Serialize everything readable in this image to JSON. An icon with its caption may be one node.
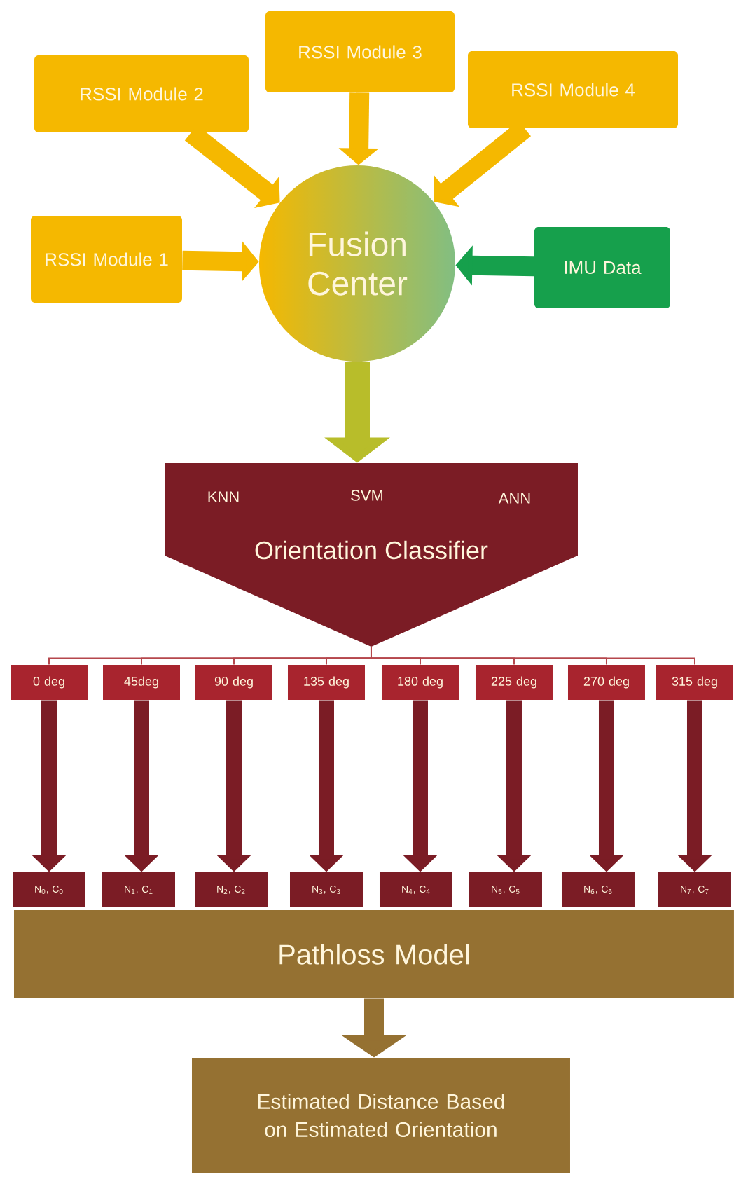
{
  "diagram": {
    "nodes": [
      {
        "text": [
          "RSSI Module 2"
        ]
      },
      {
        "text": [
          "RSSI Module 3"
        ]
      },
      {
        "text": [
          "RSSI Module 4"
        ]
      },
      {
        "text": [
          "RSSI Module 1"
        ]
      },
      {
        "text": [
          "Fusion Center"
        ]
      },
      {
        "text": [
          "IMU Data"
        ]
      },
      {
        "text": [
          "KNN",
          "SVM",
          "ANN",
          "Orientation Classifier"
        ]
      },
      {
        "text": [
          "0 deg"
        ]
      },
      {
        "text": [
          "45deg"
        ]
      },
      {
        "text": [
          "90 deg"
        ]
      },
      {
        "text": [
          "135 deg"
        ]
      },
      {
        "text": [
          "180 deg"
        ]
      },
      {
        "text": [
          "225 deg"
        ]
      },
      {
        "text": [
          "270 deg"
        ]
      },
      {
        "text": [
          "315 deg"
        ]
      },
      {
        "text": [
          "N$_{0}$, C$_{0}$"
        ]
      },
      {
        "text": [
          "N$_{1}$, C$_{1}$"
        ]
      },
      {
        "text": [
          "N$_{2}$, C$_{2}$"
        ]
      },
      {
        "text": [
          "N$_{3}$, C$_{3}$"
        ]
      },
      {
        "text": [
          "N$_{4}$, C$_{4}$"
        ]
      },
      {
        "text": [
          "N$_{5}$, C$_{5}$"
        ]
      },
      {
        "text": [
          "N$_{6}$, C$_{6}$"
        ]
      },
      {
        "text": [
          "N$_{7}$, C$_{7}$"
        ]
      },
      {
        "text": [
          "Pathloss Model"
        ]
      },
      {
        "text": [
          "Estimated Distance Based on Estimated Orientation"
        ]
      }
    ],
    "edges": [
      {
        "from": 0,
        "to": 4,
        "arrow": "to",
        "color": "#f5b800"
      },
      {
        "from": 1,
        "to": 4,
        "arrow": "to",
        "color": "#f5b800"
      },
      {
        "from": 2,
        "to": 4,
        "arrow": "to",
        "color": "#f5b800"
      },
      {
        "from": 3,
        "to": 4,
        "arrow": "to",
        "color": "#f5b800"
      },
      {
        "from": 5,
        "to": 4,
        "arrow": "to",
        "color": "#16a04c"
      },
      {
        "from": 4,
        "to": 6,
        "arrow": "to",
        "color": "#b8bd2a"
      },
      {
        "from": 6,
        "to": 7,
        "arrow": "none",
        "color": "#b5474c"
      },
      {
        "from": 6,
        "to": 8,
        "arrow": "none",
        "color": "#b5474c"
      },
      {
        "from": 6,
        "to": 9,
        "arrow": "none",
        "color": "#b5474c"
      },
      {
        "from": 6,
        "to": 10,
        "arrow": "none",
        "color": "#b5474c"
      },
      {
        "from": 6,
        "to": 11,
        "arrow": "none",
        "color": "#b5474c"
      },
      {
        "from": 6,
        "to": 12,
        "arrow": "none",
        "color": "#b5474c"
      },
      {
        "from": 6,
        "to": 13,
        "arrow": "none",
        "color": "#b5474c"
      },
      {
        "from": 6,
        "to": 14,
        "arrow": "none",
        "color": "#b5474c"
      },
      {
        "from": 7,
        "to": 15,
        "arrow": "to"
      },
      {
        "from": 8,
        "to": 16,
        "arrow": "to"
      },
      {
        "from": 9,
        "to": 17,
        "arrow": "to"
      },
      {
        "from": 10,
        "to": 18,
        "arrow": "to"
      },
      {
        "from": 11,
        "to": 19,
        "arrow": "to"
      },
      {
        "from": 12,
        "to": 20,
        "arrow": "to"
      },
      {
        "from": 13,
        "to": 21,
        "arrow": "to"
      },
      {
        "from": 14,
        "to": 22,
        "arrow": "to"
      },
      {
        "from": 23,
        "to": 24,
        "arrow": "to",
        "color": "#957132"
      }
    ]
  }
}
